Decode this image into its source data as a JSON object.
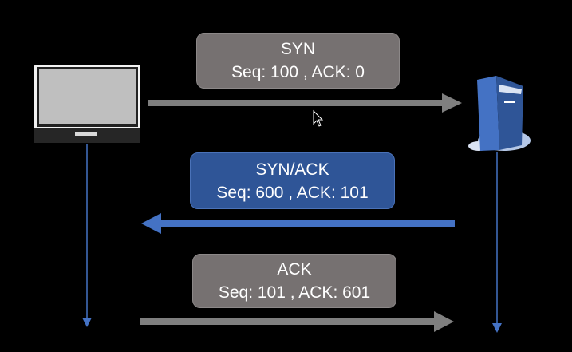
{
  "messages": {
    "syn": {
      "title": "SYN",
      "detail": "Seq: 100 , ACK: 0"
    },
    "synack": {
      "title": "SYN/ACK",
      "detail": "Seq: 600 , ACK: 101"
    },
    "ack": {
      "title": "ACK",
      "detail": "Seq: 101 , ACK: 601"
    }
  },
  "colors": {
    "background": "#000000",
    "gray_box": "#767171",
    "blue_box": "#2f5597",
    "gray_arrow": "#7f7f7f",
    "blue_arrow": "#4472c4",
    "timeline": "#4472c4",
    "text": "#ffffff"
  },
  "icons": {
    "client": "laptop-icon",
    "server": "server-icon",
    "cursor": "mouse-cursor-icon"
  }
}
